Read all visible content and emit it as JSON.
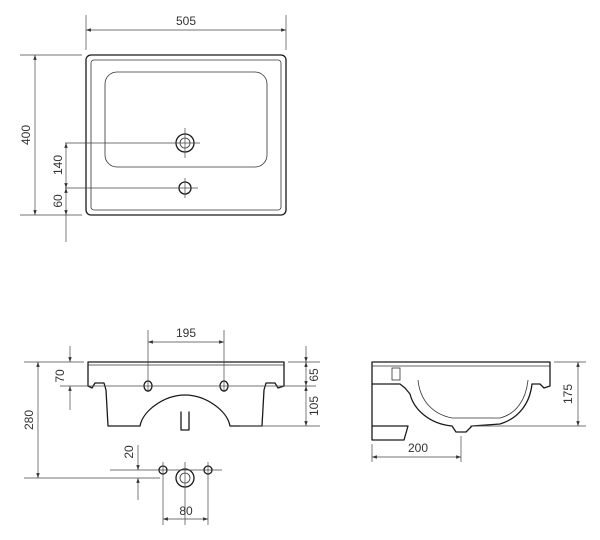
{
  "dimensions": {
    "top_width": "505",
    "top_depth": "400",
    "tap_hole_offset": "140",
    "overflow_offset": "60",
    "front_hole_spacing": "195",
    "front_top_height": "70",
    "front_total_height": "280",
    "front_rim_height": "65",
    "front_bowl_height": "105",
    "drain_offset": "20",
    "drain_hole_spacing": "80",
    "side_height": "175",
    "side_depth": "200"
  },
  "colors": {
    "line": "#1a1a1a",
    "dimension": "#333333",
    "background": "#ffffff"
  }
}
